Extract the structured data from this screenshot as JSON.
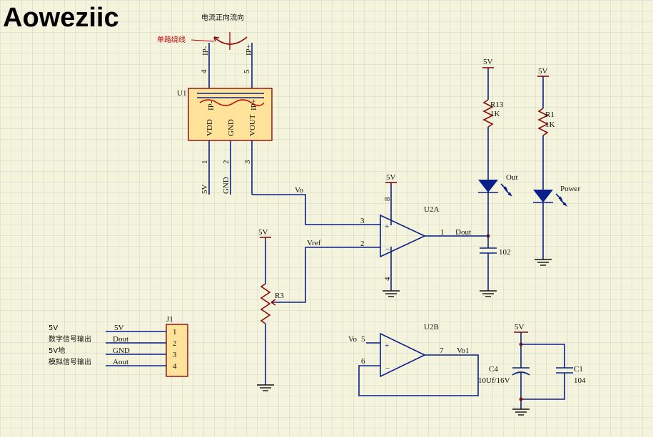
{
  "brand": "Aoweziic",
  "current_annotation": {
    "direction": "电流正向流向",
    "single_wire": "单路绕线"
  },
  "u1": {
    "ref": "U1",
    "pins": {
      "ip_minus": "IP-",
      "ip_plus": "IP+",
      "vdd": "VDD",
      "gnd": "GND",
      "vout": "VOUT",
      "ip_minus_inner": "IP-",
      "ip_plus_inner": "IP+"
    },
    "pin_numbers": {
      "p1": "1",
      "p2": "2",
      "p3": "3",
      "p4": "4",
      "p5": "5"
    },
    "net_labels": {
      "v5": "5V",
      "gnd": "GND"
    }
  },
  "nets": {
    "vo": "Vo",
    "vref": "Vref",
    "dout": "Dout",
    "vo1": "Vo1",
    "vo_in": "Vo"
  },
  "u2a": {
    "ref": "U2A",
    "pin3": "3",
    "pin2": "2",
    "pin1": "1",
    "pin8": "8",
    "pin4": "4",
    "supply": "5V"
  },
  "u2b": {
    "ref": "U2B",
    "pin5": "5",
    "pin6": "6",
    "pin7": "7"
  },
  "r3": {
    "ref": "R3",
    "supply": "5V"
  },
  "r13": {
    "ref": "R13",
    "value": "1K",
    "supply": "5V"
  },
  "r1": {
    "ref": "R1",
    "value": "1K",
    "supply": "5V"
  },
  "led_out": "Out",
  "led_power": "Power",
  "cap_102": "102",
  "c4": {
    "ref": "C4",
    "value": "10Uf/16V",
    "supply": "5V"
  },
  "c1": {
    "ref": "C1",
    "value": "104"
  },
  "j1": {
    "ref": "J1",
    "rows": [
      {
        "desc": "5V",
        "net": "5V",
        "pin": "1"
      },
      {
        "desc": "数字信号输出",
        "net": "Dout",
        "pin": "2"
      },
      {
        "desc": "5V地",
        "net": "GND",
        "pin": "3"
      },
      {
        "desc": "模拟信号输出",
        "net": "Aout",
        "pin": "4"
      }
    ]
  },
  "colors": {
    "wire": "#0b1f8a",
    "component": "#8a0a0a",
    "ic_fill": "#ffe39a",
    "grid": "#c9c9c9",
    "background": "#f4f4dc"
  }
}
